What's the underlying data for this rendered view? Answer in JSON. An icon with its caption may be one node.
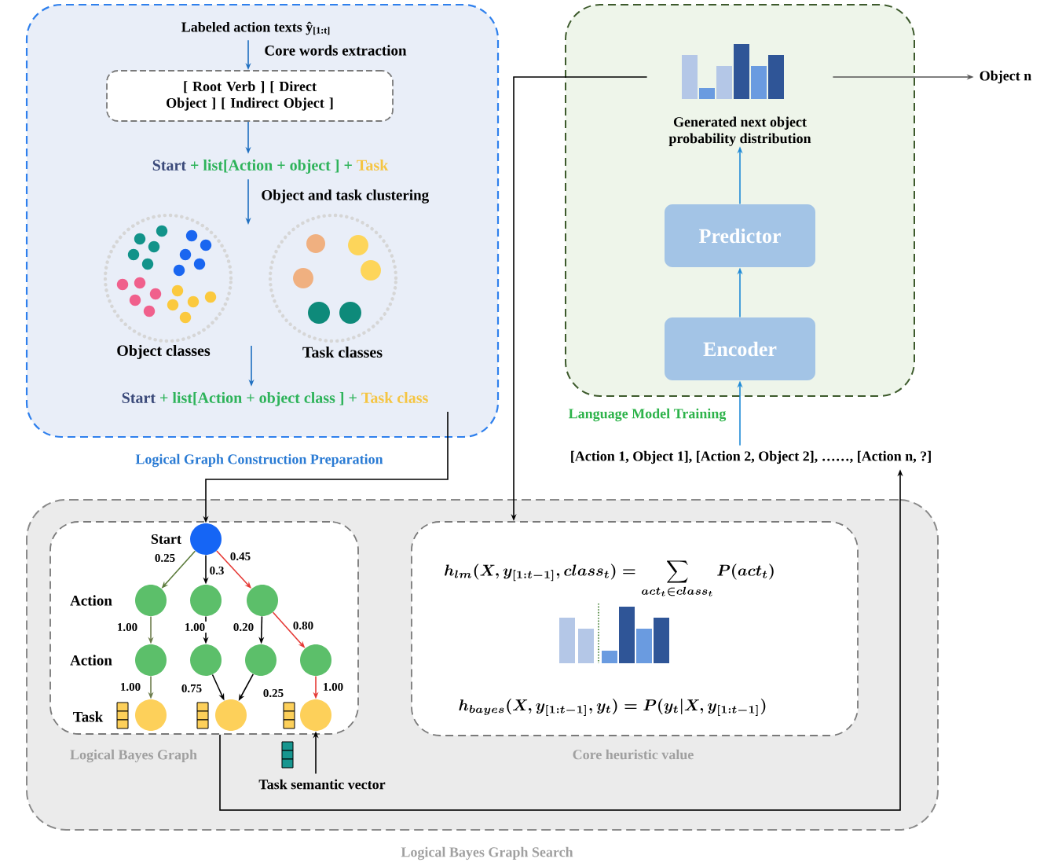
{
  "diagram": {
    "nodes": [
      {
        "text": [
          "Logical Graph Construction Preparation"
        ]
      },
      {
        "text": [
          "Labeled action texts ŷ$_{[1:t]}$"
        ],
        "in": 0
      },
      {
        "text": [
          "[ Root Verb ] [ Direct Object ] [ Indirect Object ]"
        ],
        "in": 0
      },
      {
        "text": [
          "Start",
          "+ list[Action + object ] +",
          "Task"
        ],
        "in": 0
      },
      {
        "text": [
          "Object classes"
        ],
        "in": 0
      },
      {
        "text": [
          "Task classes"
        ],
        "in": 0
      },
      {
        "text": [
          "Start",
          "+ list[Action + object class ] +",
          "Task class"
        ],
        "in": 0
      },
      {
        "text": [
          "Language Model Training"
        ]
      },
      {
        "text": [
          "Generated next object probability distribution"
        ],
        "in": 7
      },
      {
        "text": [
          "Predictor"
        ],
        "in": 7
      },
      {
        "text": [
          "Encoder"
        ],
        "in": 7
      },
      {
        "text": [
          "Object n"
        ]
      },
      {
        "text": [
          "[Action 1, Object 1], [Action 2, Object 2], ……, [Action n, ?]"
        ]
      },
      {
        "text": [
          "Logical Bayes Graph Search"
        ]
      },
      {
        "text": [
          "Logical Bayes Graph"
        ],
        "in": 13
      },
      {
        "text": [
          "h_{lm}(X, y_{[1:t-1]}, class_t) = \\sum_{act_t \\in class_t} P(act_t)",
          "h_{bayes}(X, y_{[1:t-1]}, y_t) = P(y_t | X, y_{[1:t-1]})",
          "Core heuristic value"
        ],
        "in": 13
      },
      {
        "text": [],
        "shape": "circle",
        "beside": [
          "Start"
        ],
        "in": 14
      },
      {
        "text": [],
        "shape": "circle",
        "in": 14
      },
      {
        "text": [],
        "shape": "circle",
        "in": 14
      },
      {
        "text": [],
        "shape": "circle",
        "in": 14
      },
      {
        "text": [],
        "shape": "circle",
        "in": 14
      },
      {
        "text": [],
        "shape": "circle",
        "in": 14
      },
      {
        "text": [],
        "shape": "circle",
        "in": 14
      },
      {
        "text": [],
        "shape": "circle",
        "in": 14
      },
      {
        "text": [],
        "shape": "circle",
        "in": 14
      },
      {
        "text": [],
        "shape": "circle",
        "in": 14
      },
      {
        "text": [],
        "shape": "circle",
        "in": 14
      },
      {
        "text": [
          "Task semantic vector"
        ],
        "in": 13
      }
    ],
    "edges": [
      {
        "from": 1,
        "to": 2,
        "arrow": "to",
        "label": "Core words extraction",
        "color": "#1f6fc0"
      },
      {
        "from": 2,
        "to": 3,
        "arrow": "to",
        "color": "#1f6fc0"
      },
      {
        "from": 3,
        "to": null,
        "arrow": "to",
        "label": "Object and task clustering",
        "color": "#1f6fc0"
      },
      {
        "from": null,
        "to": 6,
        "arrow": "to",
        "color": "#1f6fc0"
      },
      {
        "from": 6,
        "to": 16,
        "arrow": "to"
      },
      {
        "from": 12,
        "to": 10,
        "arrow": "to",
        "color": "#1f8ad6"
      },
      {
        "from": 10,
        "to": 9,
        "arrow": "to",
        "color": "#1f8ad6"
      },
      {
        "from": 9,
        "to": 8,
        "arrow": "to",
        "color": "#1f8ad6"
      },
      {
        "from": 8,
        "to": 11,
        "arrow": "to",
        "color": "#555555"
      },
      {
        "from": 8,
        "to": 15,
        "arrow": "to"
      },
      {
        "from": 14,
        "to": 12,
        "arrow": "to"
      },
      {
        "from": 16,
        "to": 17,
        "arrow": "to",
        "label": "0.25",
        "color": "#5a7a3a"
      },
      {
        "from": 16,
        "to": 18,
        "arrow": "to",
        "label": "0.3"
      },
      {
        "from": 16,
        "to": 19,
        "arrow": "to",
        "label": "0.45",
        "color": "#e53935"
      },
      {
        "from": 17,
        "to": 20,
        "arrow": "to",
        "label": "1.00",
        "color": "#6b7b4b"
      },
      {
        "from": 18,
        "to": 21,
        "arrow": "to",
        "label": "1.00"
      },
      {
        "from": 19,
        "to": 22,
        "arrow": "to",
        "label": "0.20"
      },
      {
        "from": 19,
        "to": 23,
        "arrow": "to",
        "label": "0.80",
        "color": "#e53935"
      },
      {
        "from": 20,
        "to": 24,
        "arrow": "to",
        "label": "1.00",
        "color": "#6b7b4b"
      },
      {
        "from": 21,
        "to": 25,
        "arrow": "to",
        "label": "0.75"
      },
      {
        "from": 22,
        "to": 25,
        "arrow": "to",
        "label": "0.25"
      },
      {
        "from": 23,
        "to": 26,
        "arrow": "to",
        "label": "1.00",
        "color": "#e53935"
      },
      {
        "from": 27,
        "to": 26,
        "arrow": "to"
      }
    ],
    "labels": [
      "Action",
      "Action",
      "Task"
    ]
  }
}
